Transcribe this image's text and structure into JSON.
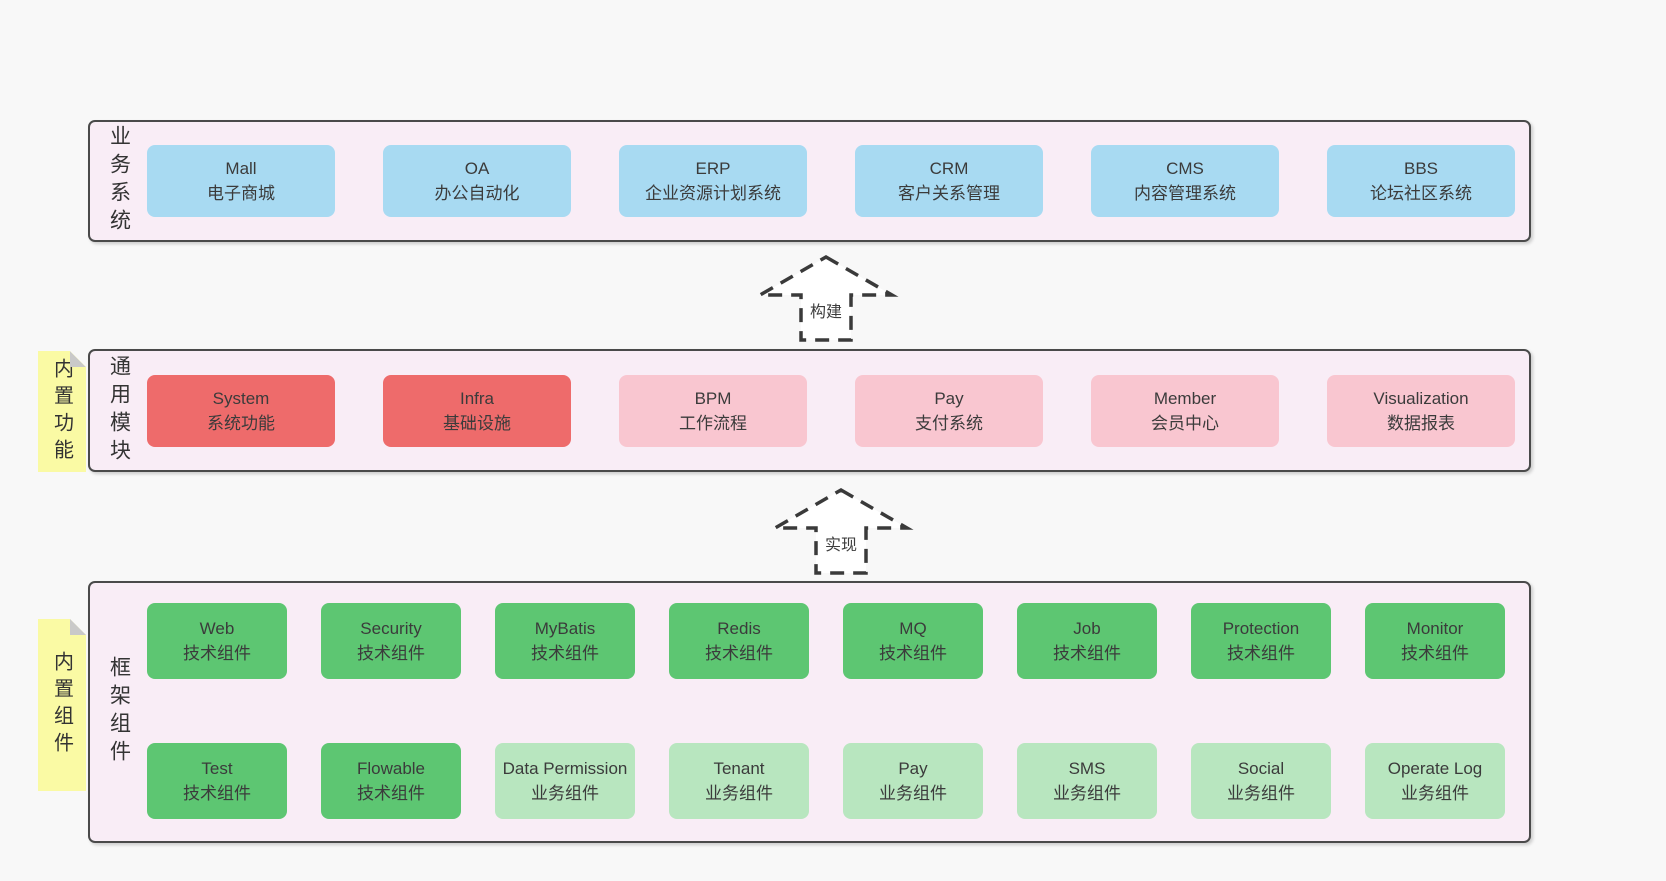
{
  "colors": {
    "canvas_bg": "#f8f8f8",
    "layer_bg": "#f9edf6",
    "layer_border": "#4a4a4a",
    "box_blue": "#a8daf2",
    "box_red": "#ee6b6b",
    "box_pink": "#f9c6d0",
    "box_green": "#5dc672",
    "box_light_green": "#b8e6bf",
    "note_bg": "#fafaa4",
    "note_fold": "#c9c9c9",
    "text": "#3d3d3d"
  },
  "arrows": [
    {
      "label": "构建"
    },
    {
      "label": "实现"
    }
  ],
  "layers": [
    {
      "label": "业务系统",
      "boxes": [
        {
          "title": "Mall",
          "subtitle": "电子商城"
        },
        {
          "title": "OA",
          "subtitle": "办公自动化"
        },
        {
          "title": "ERP",
          "subtitle": "企业资源计划系统"
        },
        {
          "title": "CRM",
          "subtitle": "客户关系管理"
        },
        {
          "title": "CMS",
          "subtitle": "内容管理系统"
        },
        {
          "title": "BBS",
          "subtitle": "论坛社区系统"
        }
      ]
    },
    {
      "label": "通用模块",
      "note": "内置功能",
      "boxes": [
        {
          "title": "System",
          "subtitle": "系统功能"
        },
        {
          "title": "Infra",
          "subtitle": "基础设施"
        },
        {
          "title": "BPM",
          "subtitle": "工作流程"
        },
        {
          "title": "Pay",
          "subtitle": "支付系统"
        },
        {
          "title": "Member",
          "subtitle": "会员中心"
        },
        {
          "title": "Visualization",
          "subtitle": "数据报表"
        }
      ]
    },
    {
      "label": "框架组件",
      "note": "内置组件",
      "rows": [
        [
          {
            "title": "Web",
            "subtitle": "技术组件"
          },
          {
            "title": "Security",
            "subtitle": "技术组件"
          },
          {
            "title": "MyBatis",
            "subtitle": "技术组件"
          },
          {
            "title": "Redis",
            "subtitle": "技术组件"
          },
          {
            "title": "MQ",
            "subtitle": "技术组件"
          },
          {
            "title": "Job",
            "subtitle": "技术组件"
          },
          {
            "title": "Protection",
            "subtitle": "技术组件"
          },
          {
            "title": "Monitor",
            "subtitle": "技术组件"
          }
        ],
        [
          {
            "title": "Test",
            "subtitle": "技术组件"
          },
          {
            "title": "Flowable",
            "subtitle": "技术组件"
          },
          {
            "title": "Data Permission",
            "subtitle": "业务组件"
          },
          {
            "title": "Tenant",
            "subtitle": "业务组件"
          },
          {
            "title": "Pay",
            "subtitle": "业务组件"
          },
          {
            "title": "SMS",
            "subtitle": "业务组件"
          },
          {
            "title": "Social",
            "subtitle": "业务组件"
          },
          {
            "title": "Operate Log",
            "subtitle": "业务组件"
          }
        ]
      ]
    }
  ]
}
